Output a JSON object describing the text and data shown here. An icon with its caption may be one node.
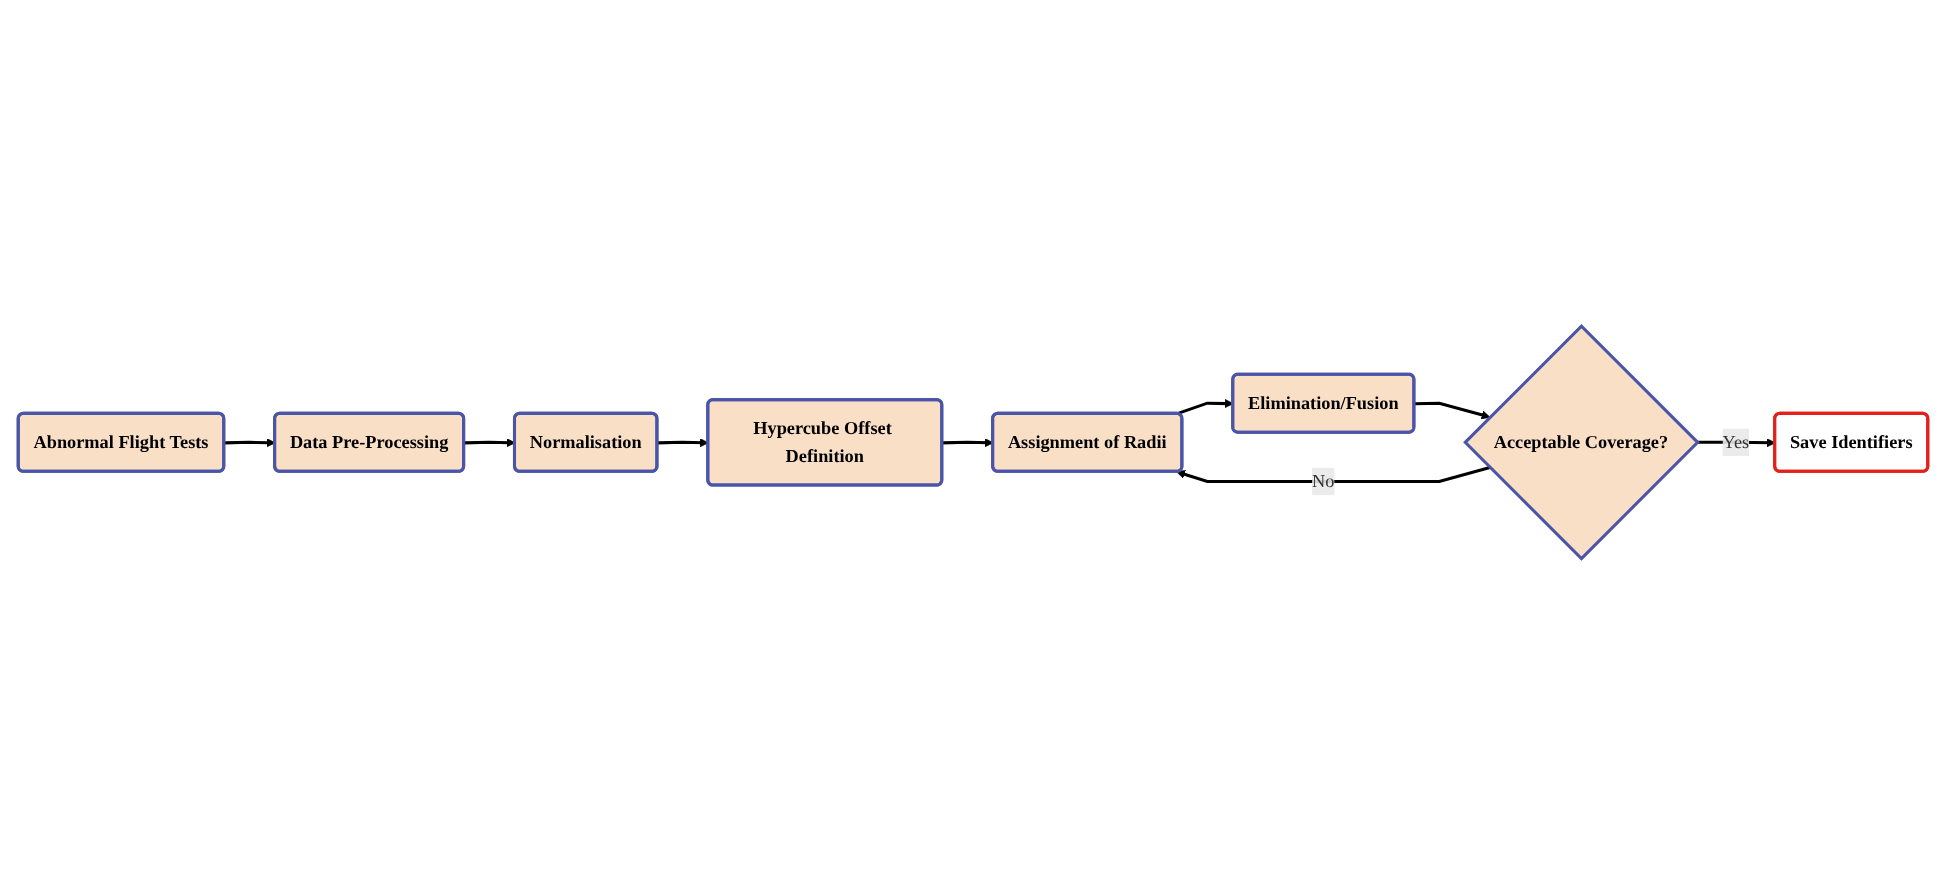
{
  "diagram": {
    "nodes": [
      {
        "text": [
          "Abnormal Flight Tests"
        ]
      },
      {
        "text": [
          "Data Pre-Processing"
        ]
      },
      {
        "text": [
          "Normalisation"
        ]
      },
      {
        "text": [
          "Hypercube Offset Definition"
        ]
      },
      {
        "text": [
          "Assignment of Radii"
        ]
      },
      {
        "text": [
          "Elimination/Fusion"
        ]
      },
      {
        "text": [
          "Acceptable Coverage?"
        ]
      },
      {
        "text": [
          "Save Identifiers"
        ]
      }
    ],
    "edges": [
      {
        "from": 0,
        "to": 1,
        "arrow": "to"
      },
      {
        "from": 1,
        "to": 2,
        "arrow": "to"
      },
      {
        "from": 2,
        "to": 3,
        "arrow": "to"
      },
      {
        "from": 3,
        "to": 4,
        "arrow": "to"
      },
      {
        "from": 4,
        "to": 5,
        "arrow": "to"
      },
      {
        "from": 5,
        "to": 6,
        "arrow": "to"
      },
      {
        "from": 6,
        "to": 7,
        "label": "Yes",
        "arrow": "to"
      },
      {
        "from": 6,
        "to": 4,
        "label": "No",
        "arrow": "to"
      }
    ]
  }
}
